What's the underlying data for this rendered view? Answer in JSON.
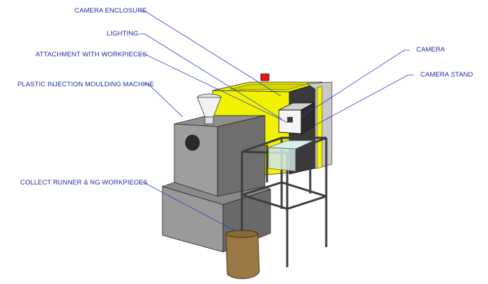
{
  "labels": {
    "camera_enclosure": "CAMERA ENCLOSURE",
    "lighting": "LIGHTING",
    "attachment": "ATTACHMENT WITH WORKPIECES",
    "machine": "PLASTIC INJECTION MOULDING MACHINE",
    "collect": "COLLECT RUNNER & NG WORKPIECES",
    "camera": "CAMERA",
    "camera_stand": "CAMERA STAND"
  },
  "colors": {
    "label_text": "#1f2a9c",
    "leader_line": "#2a3dd0",
    "machine_top": "#8f8f8f",
    "machine_front": "#9e9e9e",
    "machine_side": "#6e6e6e",
    "enclosure_yellow": "#f2f200",
    "enclosure_dark": "#3a3a3a",
    "indicator_red": "#e01818",
    "stand_frame": "#3c3c3c",
    "mesh_bag": "#a8804a"
  }
}
